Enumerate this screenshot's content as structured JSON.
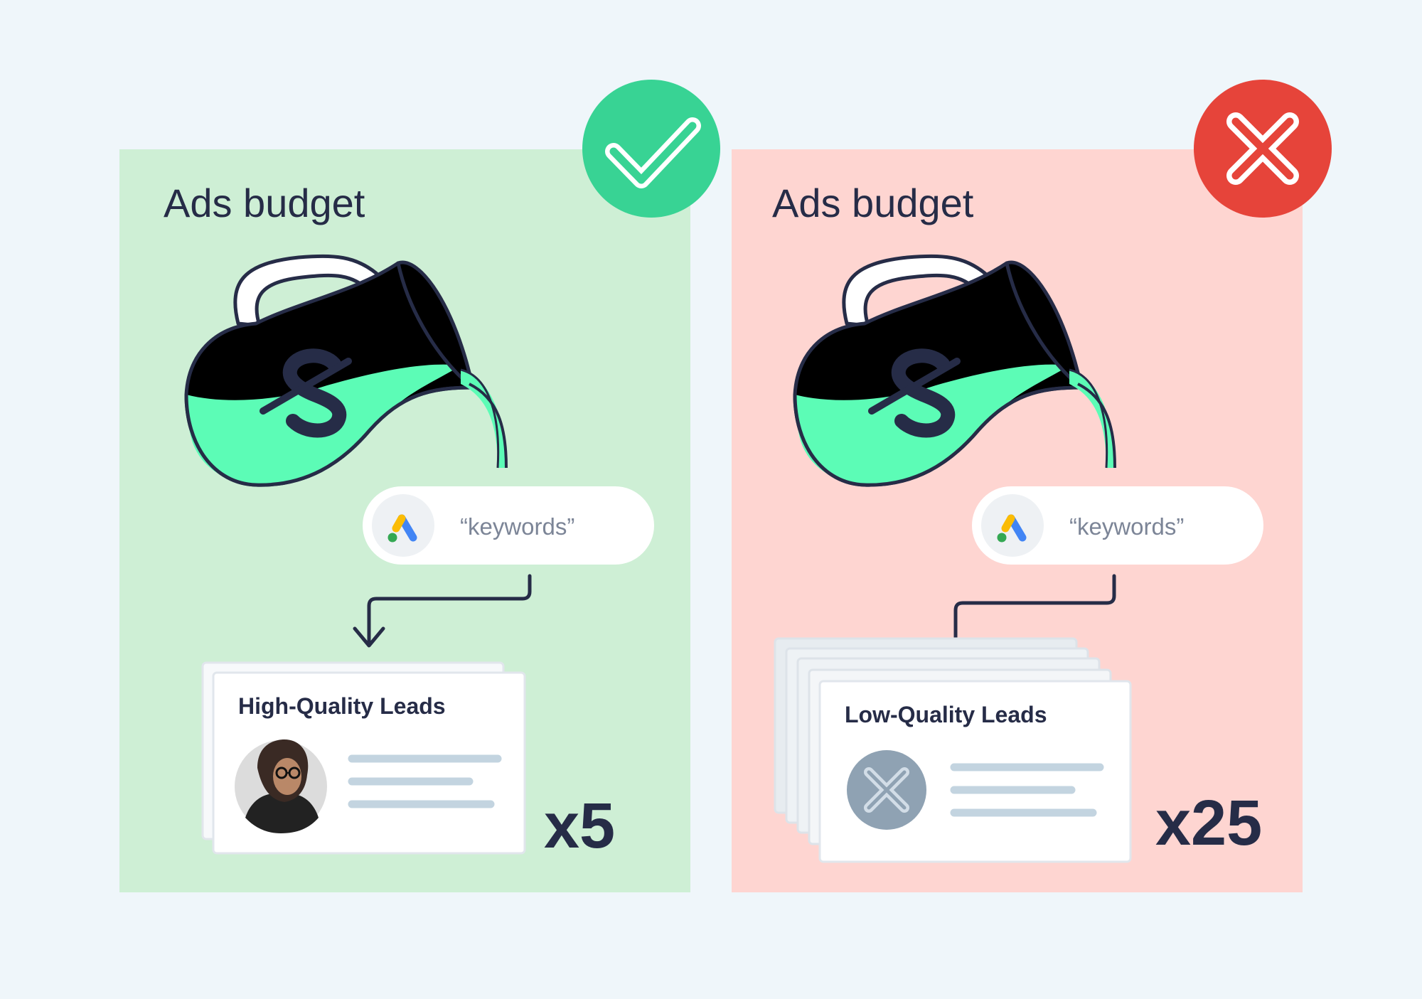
{
  "panels": [
    {
      "variant": "good",
      "title": "Ads budget",
      "keyword_chip": "“keywords”",
      "card_title": "High-Quality Leads",
      "multiplier": "x5",
      "badge_icon": "check-icon",
      "colors": {
        "panel_bg": "#ceefd5",
        "badge": "#38d394",
        "pitcher_lip": "#a6e9c0",
        "pitcher_body": "#e3fbee"
      }
    },
    {
      "variant": "bad",
      "title": "Ads budget",
      "keyword_chip": "“keywords”",
      "card_title": "Low-Quality Leads",
      "multiplier": "x25",
      "badge_icon": "x-icon",
      "colors": {
        "panel_bg": "#fed5d1",
        "badge": "#e6443a",
        "pitcher_lip": "#dcbcbc",
        "pitcher_body": "#ffffff"
      }
    }
  ],
  "colors": {
    "page_bg": "#eff6fa",
    "ink": "#262c47",
    "liquid": "#5cfcb6",
    "placeholder_line": "#c3d4e0"
  }
}
